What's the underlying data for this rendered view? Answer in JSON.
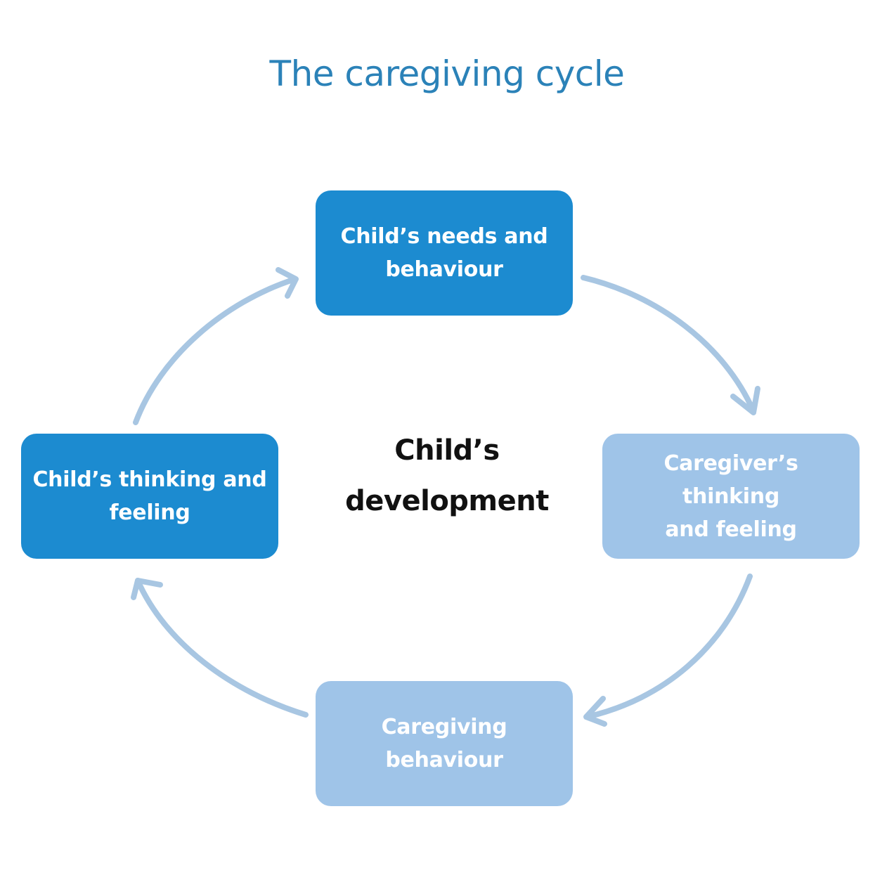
{
  "title": "The caregiving cycle",
  "center_label": "Child’s\ndevelopment",
  "nodes": [
    {
      "id": "child-needs",
      "label": "Child’s needs and\nbehaviour",
      "fill": "#1c8bd0",
      "text_color": "#ffffff"
    },
    {
      "id": "caregiver-thinking",
      "label": "Caregiver’s thinking\nand feeling",
      "fill": "#9fc4e8",
      "text_color": "#ffffff"
    },
    {
      "id": "caregiving-behaviour",
      "label": "Caregiving\nbehaviour",
      "fill": "#9fc4e8",
      "text_color": "#ffffff"
    },
    {
      "id": "child-thinking",
      "label": "Child’s thinking and\nfeeling",
      "fill": "#1c8bd0",
      "text_color": "#ffffff"
    }
  ],
  "edges": [
    {
      "from": "child-needs",
      "to": "caregiver-thinking"
    },
    {
      "from": "caregiver-thinking",
      "to": "caregiving-behaviour"
    },
    {
      "from": "caregiving-behaviour",
      "to": "child-thinking"
    },
    {
      "from": "child-thinking",
      "to": "child-needs"
    }
  ],
  "colors": {
    "title": "#2b82b8",
    "center_text": "#111111",
    "arrow": "#a8c6e2",
    "background": "#ffffff"
  }
}
